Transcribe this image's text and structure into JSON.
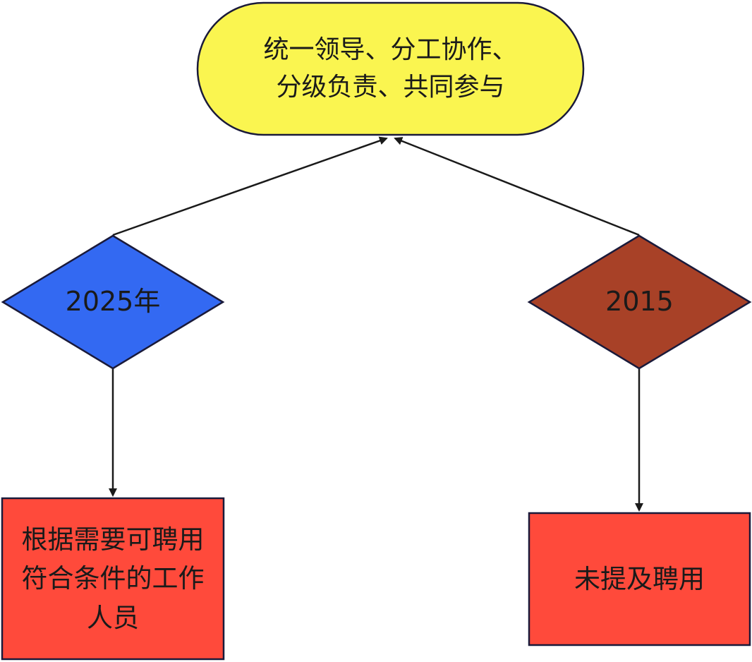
{
  "nodes": {
    "top": {
      "lines": [
        "统一领导、分工协作、",
        "分级负责、共同参与"
      ],
      "fill": "#FAF550"
    },
    "left_diamond": {
      "label": "2025年",
      "fill": "#3369F2"
    },
    "right_diamond": {
      "label": "2015",
      "fill": "#A84127"
    },
    "left_box": {
      "lines": [
        "根据需要可聘用",
        "符合条件的工作",
        "人员"
      ],
      "fill": "#FF4A3B"
    },
    "right_box": {
      "label": "未提及聘用",
      "fill": "#FF4A3B"
    }
  },
  "colors": {
    "stroke": "#1a1a3a",
    "edge": "#1a1a1a"
  }
}
